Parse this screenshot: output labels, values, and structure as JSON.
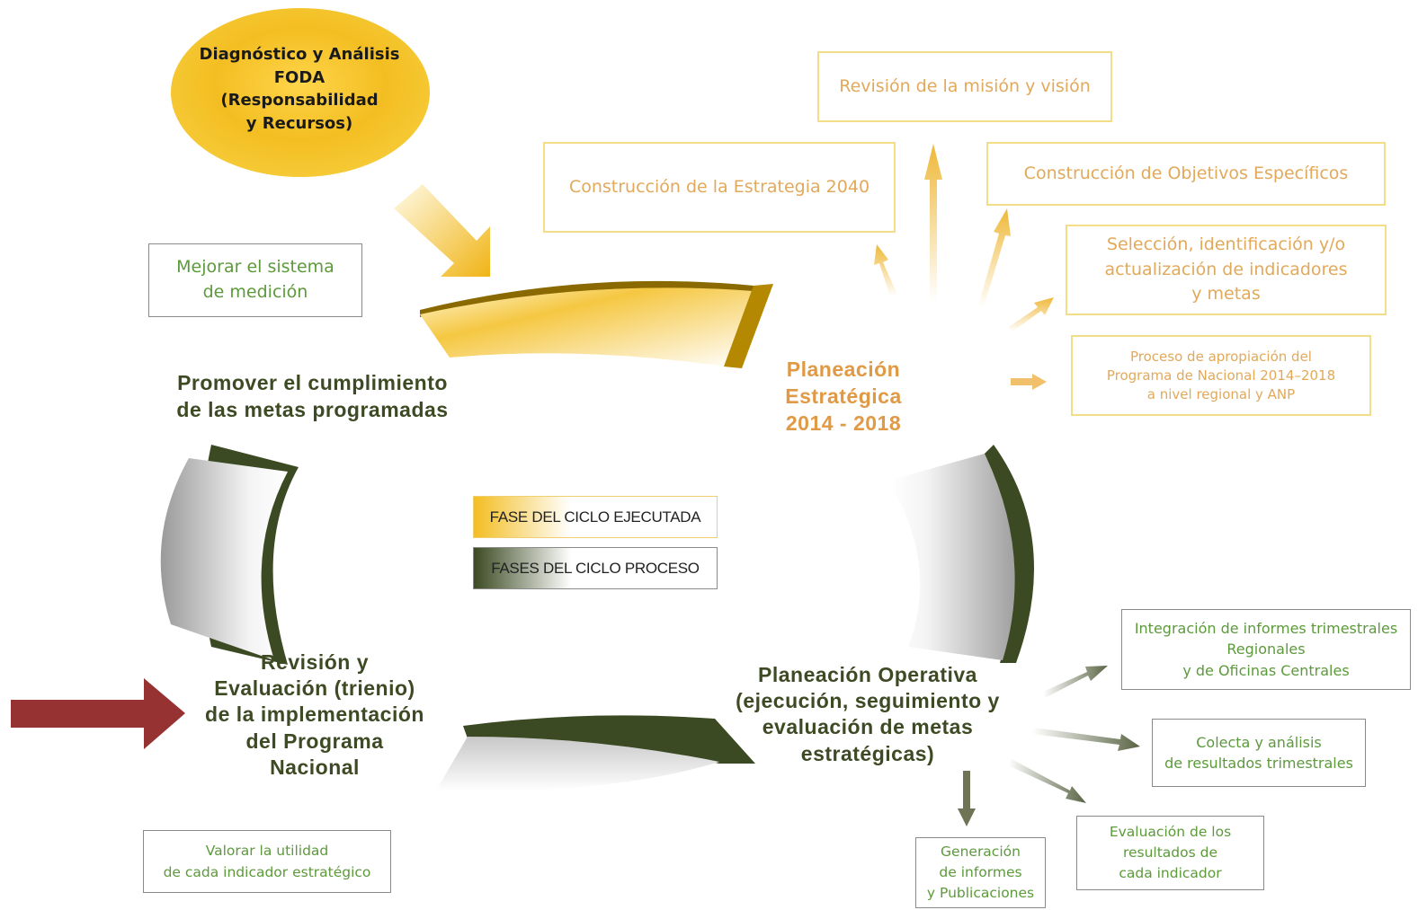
{
  "diagnostico": "Diagnóstico y Análisis\nFODA\n(Responsabilidad\ny Recursos)",
  "top_boxes": {
    "mision": "Revisión de la misión y visión",
    "estrategia": "Construcción de la Estrategia 2040",
    "objetivos": "Construcción  de Objetivos Específicos",
    "indicadores": "Selección, identificación y/o\nactualización de indicadores\ny metas",
    "apropiacion": "Proceso de apropiación del\nPrograma de Nacional  2014–2018\na nivel regional y ANP"
  },
  "left_boxes": {
    "mejorar": "Mejorar el sistema\nde medición",
    "valorar": "Valorar la utilidad\nde cada indicador estratégico"
  },
  "bottom_boxes": {
    "integracion": "Integración de informes trimestrales\nRegionales\ny de Oficinas Centrales",
    "colecta": "Colecta y análisis\nde resultados trimestrales",
    "evaluacion": "Evaluación de los\nresultados de\ncada indicador",
    "generacion": "Generación\nde informes\ny Publicaciones"
  },
  "phases": {
    "promover": "Promover el cumplimiento\nde las metas programadas",
    "planeacion_estrategica": "Planeación\nEstratégica\n2014 - 2018",
    "revision": "Revisión y\nEvaluación (trienio)\nde la implementación\ndel Programa\nNacional",
    "planeacion_operativa": "Planeación Operativa\n(ejecución, seguimiento y\nevaluación de metas\nestratégicas)"
  },
  "legend": {
    "ejecutada": "FASE DEL CICLO EJECUTADA",
    "proceso": "FASES DEL CICLO PROCESO"
  },
  "colors": {
    "gold": "#e9b40c",
    "dark_green": "#3b4a22",
    "orange_text": "#e09a45",
    "green_text": "#5c9a3b",
    "red_arrow": "#963232"
  }
}
